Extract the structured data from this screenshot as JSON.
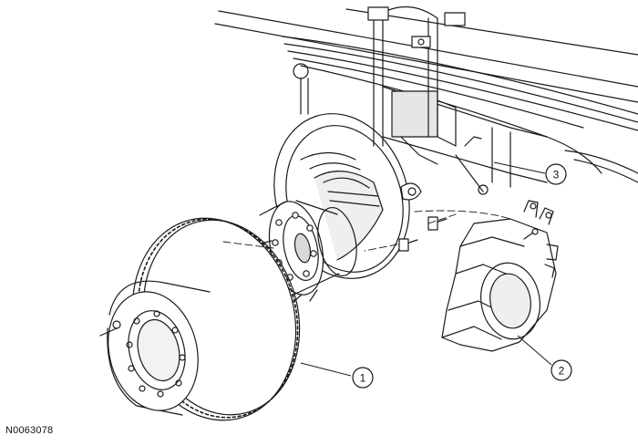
{
  "figure_id": "N0063078",
  "callouts": [
    {
      "number": "1",
      "part": "brake-rotor"
    },
    {
      "number": "2",
      "part": "brake-caliper"
    },
    {
      "number": "3",
      "part": "caliper-anchor-bracket-bolt"
    }
  ],
  "colors": {
    "line": "#1a1a1a",
    "shade": "#d9d9d9",
    "background": "#ffffff"
  }
}
